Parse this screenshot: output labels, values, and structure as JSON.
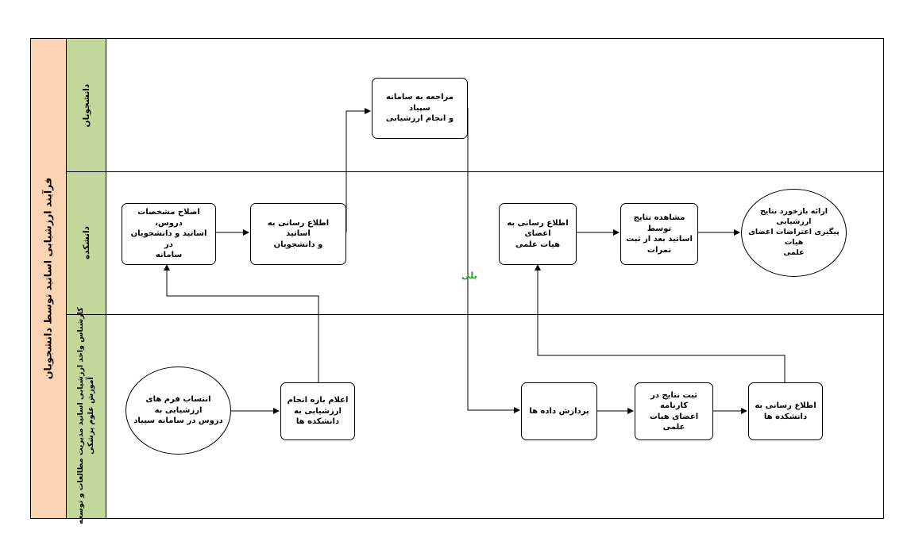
{
  "title": "فرآیند ارزشیابی اساتید توسط دانشجویان",
  "lanes": [
    {
      "id": "students",
      "label": "دانشجویان"
    },
    {
      "id": "faculty",
      "label": "دانشکده"
    },
    {
      "id": "expert",
      "label": "کارشناس واحد ارزشیابی اساتید مدیریت مطالعات و توسعه\nآموزش علوم پزشکی"
    }
  ],
  "nodes": {
    "assign_forms": "انتساب فرم های ارزشیابی به\nدروس در سامانه سپیاد",
    "announce_window": "اعلام بازه انجام\nارزشیابی به دانشکده ها",
    "correct_specs": "اصلاح مشخصات دروس،\nاساتید و دانشجویان در\nسامانه",
    "notify_teachers_students": "اطلاع رسانی به اساتید\nو دانشجویان",
    "student_evaluation": "مراجعه به سامانه سپیاد\nو انجام ارزشیابی",
    "data_processing": "پردازش داده ها",
    "record_results": "ثبت نتایج در کارنامه\nاعضای هیات علمی",
    "notify_faculties": "اطلاع رسانی به\nدانشکده ها",
    "notify_faculty_members": "اطلاع رسانی به اعضای\nهیات علمی",
    "view_results": "مشاهده نتایج توسط\nاساتید بعد از ثبت نمرات",
    "feedback_followup": "ارائه بازخورد نتایج ارزشیابی\nپیگیری اعتراضات اعضای هیات\nعلمی"
  },
  "edge_labels": {
    "yes": "بلی"
  }
}
